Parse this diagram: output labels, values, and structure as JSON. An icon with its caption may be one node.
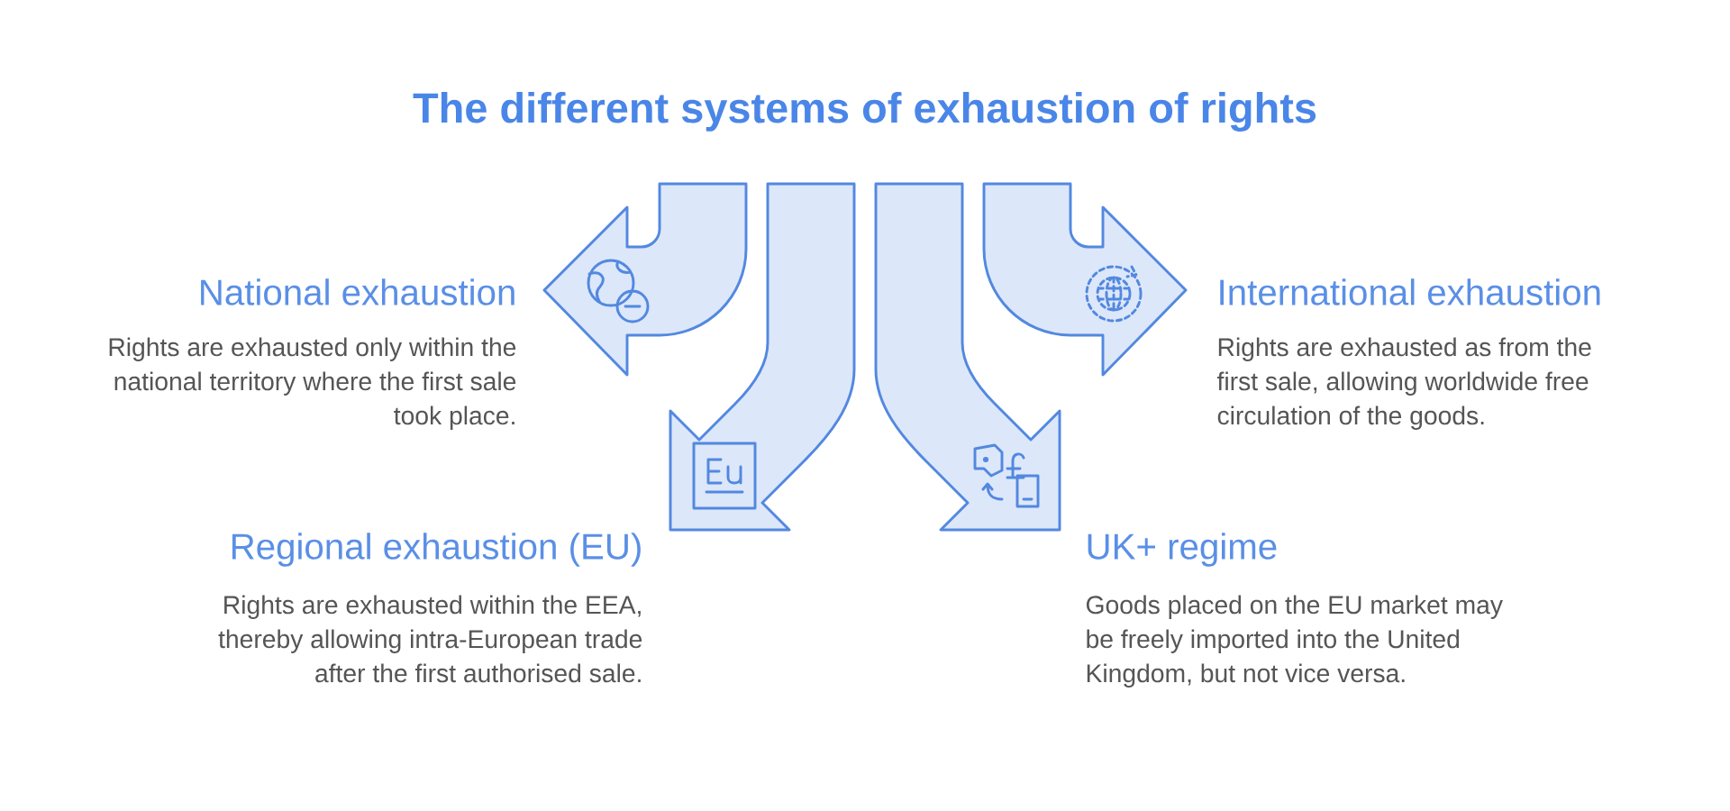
{
  "diagram": {
    "title": "The different systems of exhaustion of rights",
    "labels": [
      "National exhaustion",
      "Rights are exhausted only within the national territory where the first sale took place.",
      "International exhaustion",
      "Rights are exhausted as from the first sale, allowing worldwide free circulation of the goods.",
      "Regional exhaustion (EU)",
      "Rights are exhausted within the EEA, thereby allowing intra-European trade after the first authorised sale.",
      "UK+ regime",
      "Goods placed on the EU market may be freely imported into the United Kingdom, but not vice versa."
    ]
  }
}
